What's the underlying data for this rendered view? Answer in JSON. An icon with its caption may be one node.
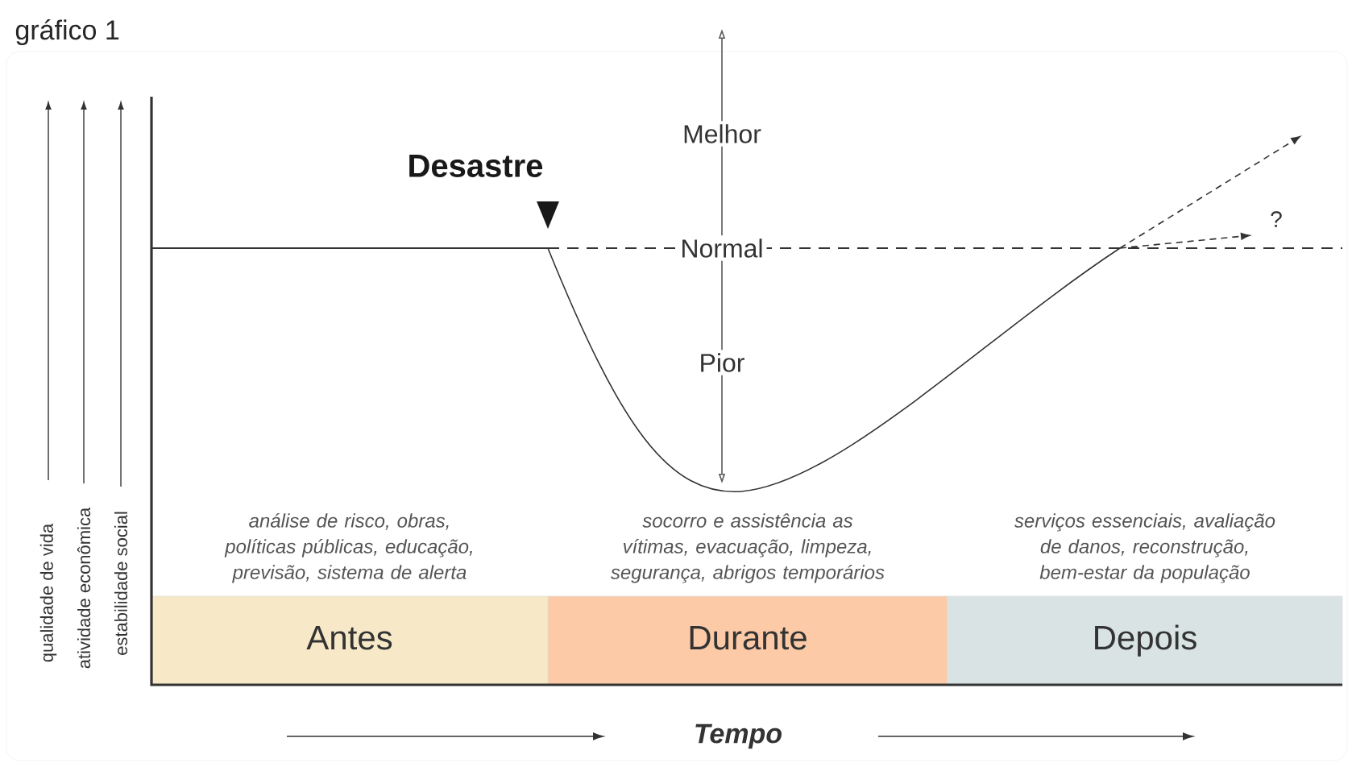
{
  "diagram": {
    "title": "gráfico 1",
    "nodes": [
      {
        "text": [
          "Antes"
        ],
        "beside": [
          "análise de risco, obras, políticas públicas, educação, previsão, sistema de alerta"
        ]
      },
      {
        "text": [
          "Durante"
        ],
        "beside": [
          "socorro e assistência as vítimas, evacuação, limpeza, segurança, abrigos temporários"
        ]
      },
      {
        "text": [
          "Depois"
        ],
        "beside": [
          "serviços essenciais, avaliação de danos, reconstrução, bem-estar da população"
        ]
      }
    ],
    "labels": [
      "Desastre",
      "Melhor",
      "Normal",
      "Pior",
      "?",
      "qualidade de vida",
      "atividade econômica",
      "estabilidade social",
      "Tempo"
    ]
  }
}
